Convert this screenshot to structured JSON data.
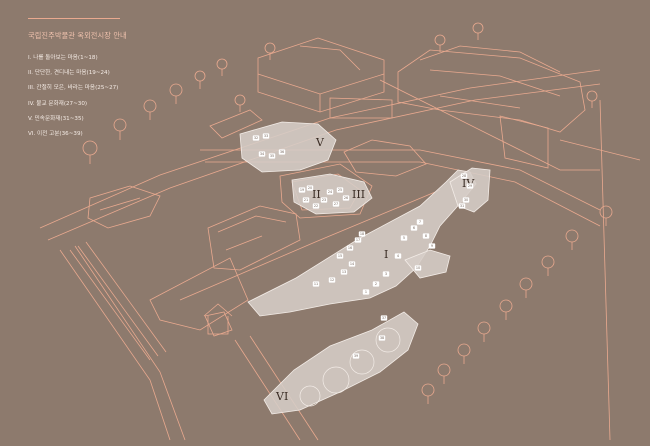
{
  "legend": {
    "title": "국립진주박물관 옥외전시장 안내",
    "items": [
      "I. 나를 돌아보는 마음(1~18)",
      "II. 단단한, 견디내는 마음(19~24)",
      "III. 간절히 모은, 바라는 마음(25~27)",
      "IV. 불교 문화재(27~30)",
      "V. 민속문화재(31~35)",
      "VI. 이전 고분(36~39)"
    ]
  },
  "zone_labels": {
    "z1": "I",
    "z2": "II",
    "z3": "III",
    "z4": "IV",
    "z5": "V",
    "z6": "VI"
  },
  "colors": {
    "background": "#8d7a6d",
    "outline": "#e9a98f",
    "zone_fill": "#d6cdc7",
    "zone_stroke": "#f3ece7",
    "label": "#3a2c24"
  },
  "markers": [
    {
      "n": "1"
    },
    {
      "n": "2"
    },
    {
      "n": "3"
    },
    {
      "n": "4"
    },
    {
      "n": "5"
    },
    {
      "n": "6"
    },
    {
      "n": "7"
    },
    {
      "n": "8"
    },
    {
      "n": "9"
    },
    {
      "n": "10"
    },
    {
      "n": "11"
    },
    {
      "n": "12"
    },
    {
      "n": "13"
    },
    {
      "n": "14"
    },
    {
      "n": "15"
    },
    {
      "n": "16"
    },
    {
      "n": "17"
    },
    {
      "n": "18"
    },
    {
      "n": "19"
    },
    {
      "n": "20"
    },
    {
      "n": "21"
    },
    {
      "n": "22"
    },
    {
      "n": "23"
    },
    {
      "n": "24"
    },
    {
      "n": "25"
    },
    {
      "n": "26"
    },
    {
      "n": "27"
    },
    {
      "n": "28"
    },
    {
      "n": "29"
    },
    {
      "n": "30"
    },
    {
      "n": "31"
    },
    {
      "n": "32"
    },
    {
      "n": "33"
    },
    {
      "n": "34"
    },
    {
      "n": "35"
    },
    {
      "n": "36"
    },
    {
      "n": "37"
    },
    {
      "n": "38"
    },
    {
      "n": "39"
    }
  ]
}
